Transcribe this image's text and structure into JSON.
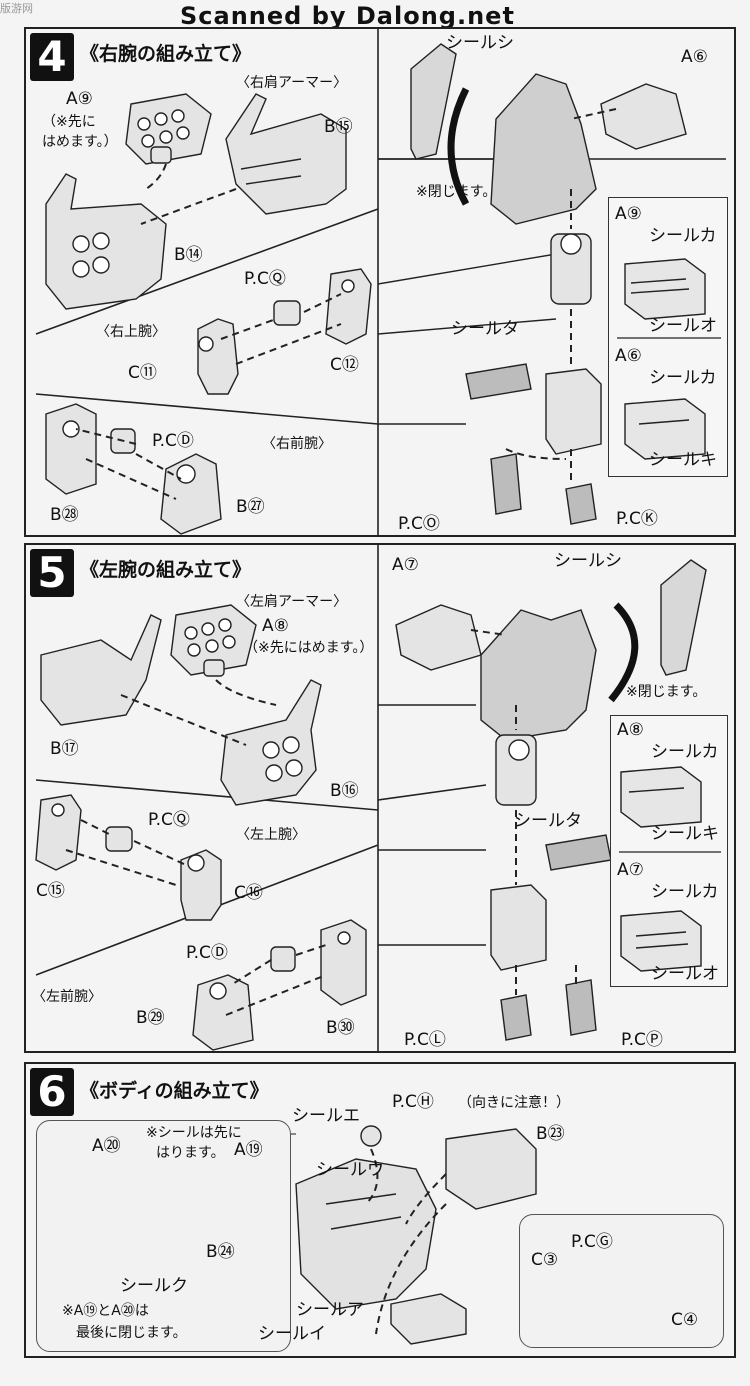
{
  "watermark": "版游网",
  "banner": "Scanned by Dalong.net",
  "step4": {
    "number": "4",
    "title": "《右腕の組み立て》",
    "labels": {
      "right_shoulder_armor": "〈右肩アーマー〉",
      "a9": "A⑨",
      "a9_note_1": "（※先に",
      "a9_note_2": "はめます。）",
      "b15": "B⑮",
      "b14": "B⑭",
      "pcq": "P.CⓆ",
      "right_upper_arm": "〈右上腕〉",
      "c11": "C⑪",
      "c12": "C⑫",
      "pcd": "P.CⒹ",
      "right_forearm": "〈右前腕〉",
      "b28": "B㉘",
      "b27": "B㉗",
      "seal_shi": "シールシ",
      "a6": "A⑥",
      "close_note": "※閉じます。",
      "seal_ta": "シールタ",
      "pco": "P.CⓄ",
      "pck": "P.CⓀ"
    },
    "sticker_box": {
      "a9": "A⑨",
      "a9_seal1": "シールカ",
      "a9_seal2": "シールオ",
      "a6": "A⑥",
      "a6_seal1": "シールカ",
      "a6_seal2": "シールキ"
    }
  },
  "step5": {
    "number": "5",
    "title": "《左腕の組み立て》",
    "labels": {
      "left_shoulder_armor": "〈左肩アーマー〉",
      "a8": "A⑧",
      "a8_note": "（※先にはめます。）",
      "b17": "B⑰",
      "b16": "B⑯",
      "pcq": "P.CⓆ",
      "left_upper_arm": "〈左上腕〉",
      "c15": "C⑮",
      "c16": "C⑯",
      "pcd": "P.CⒹ",
      "left_forearm": "〈左前腕〉",
      "b29": "B㉙",
      "b30": "B㉚",
      "a7": "A⑦",
      "seal_shi": "シールシ",
      "close_note": "※閉じます。",
      "seal_ta": "シールタ",
      "pcl": "P.CⓁ",
      "pcp": "P.CⓅ"
    },
    "sticker_box": {
      "a8": "A⑧",
      "a8_seal1": "シールカ",
      "a8_seal2": "シールキ",
      "a7": "A⑦",
      "a7_seal1": "シールカ",
      "a7_seal2": "シールオ"
    }
  },
  "step6": {
    "number": "6",
    "title": "《ボディの組み立て》",
    "labels": {
      "seal_note_1": "※シールは先に",
      "seal_note_2": "はります。",
      "a20": "A⑳",
      "a19": "A⑲",
      "b24": "B㉔",
      "seal_ku": "シールク",
      "bottom_note_1": "※A⑲とA⑳は",
      "bottom_note_2": "最後に閉じます。",
      "seal_e": "シールエ",
      "pch": "P.CⒽ",
      "direction_note": "（向きに注意！）",
      "b23": "B㉓",
      "seal_u": "シールウ",
      "seal_a": "シールア",
      "seal_i": "シールイ",
      "pcg": "P.CⒼ",
      "c3": "C③",
      "c4": "C④"
    }
  }
}
